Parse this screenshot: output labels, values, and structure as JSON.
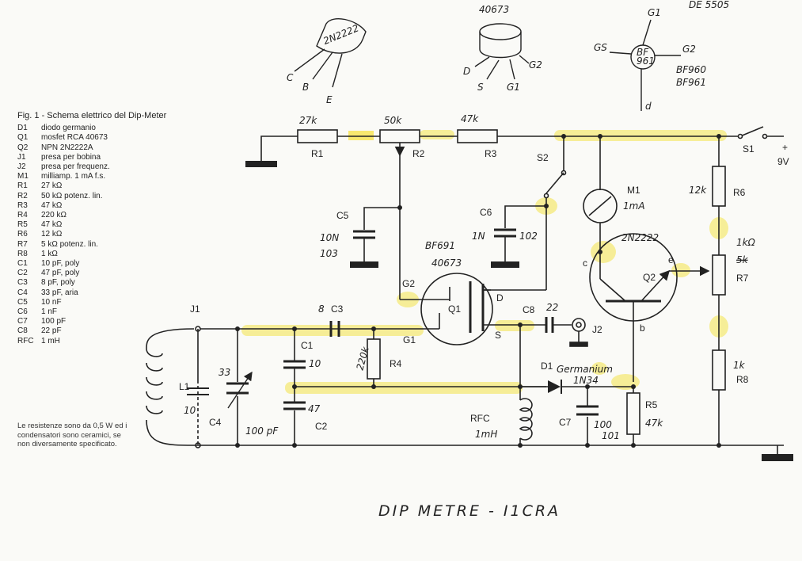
{
  "legend": {
    "title": "Fig. 1 - Schema elettrico del Dip-Meter",
    "items": [
      {
        "code": "D1",
        "desc": "diodo germanio"
      },
      {
        "code": "Q1",
        "desc": "mosfet RCA 40673"
      },
      {
        "code": "Q2",
        "desc": "NPN 2N2222A"
      },
      {
        "code": "J1",
        "desc": "presa per bobina"
      },
      {
        "code": "J2",
        "desc": "presa per frequenz."
      },
      {
        "code": "M1",
        "desc": "milliamp. 1 mA f.s."
      },
      {
        "code": "R1",
        "desc": "27 kΩ"
      },
      {
        "code": "R2",
        "desc": "50 kΩ potenz. lin."
      },
      {
        "code": "R3",
        "desc": "47 kΩ"
      },
      {
        "code": "R4",
        "desc": "220 kΩ"
      },
      {
        "code": "R5",
        "desc": "47 kΩ"
      },
      {
        "code": "R6",
        "desc": "12 kΩ"
      },
      {
        "code": "R7",
        "desc": "5 kΩ potenz. lin."
      },
      {
        "code": "R8",
        "desc": "1 kΩ"
      },
      {
        "code": "C1",
        "desc": "10 pF, poly"
      },
      {
        "code": "C2",
        "desc": "47 pF, poly"
      },
      {
        "code": "C3",
        "desc": "8 pF, poly"
      },
      {
        "code": "C4",
        "desc": "33 pF, aria"
      },
      {
        "code": "C5",
        "desc": "10 nF"
      },
      {
        "code": "C6",
        "desc": "1 nF"
      },
      {
        "code": "C7",
        "desc": "100 pF"
      },
      {
        "code": "C8",
        "desc": "22 pF"
      },
      {
        "code": "RFC",
        "desc": "1 mH"
      }
    ]
  },
  "note": "Le resistenze sono da 0,5 W ed i condensatori sono ceramici, se non diversamente specificato.",
  "footer": "DIP METRE - I1CRA",
  "highlight_color": "#f3e34a",
  "pinouts": {
    "t2n2222": {
      "name": "2N2222",
      "c": "C",
      "b": "B",
      "e": "E"
    },
    "t40673": {
      "name": "40673",
      "d": "D",
      "s": "S",
      "g1": "G1",
      "g2": "G2"
    },
    "tbf": {
      "name1": "BF",
      "name2": "961",
      "gs": "GS",
      "g1": "G1",
      "g2": "G2",
      "d": "d",
      "alt1": "BF960",
      "alt2": "BF961",
      "corner": "DE 5505"
    }
  },
  "schematic": {
    "R1": "R1",
    "R1_val": "27k",
    "R2": "R2",
    "R2_val": "50k",
    "R3": "R3",
    "R3_val": "47k",
    "S2": "S2",
    "S1": "S1",
    "plus": "+",
    "supply": "9V",
    "R6": "R6",
    "R6_val": "12k",
    "R7": "R7",
    "R7_val": "1kΩ",
    "R7_old": "5k",
    "R8": "R8",
    "R8_val": "1k",
    "R5": "R5",
    "R5_val": "47k",
    "R4": "R4",
    "R4_val": "220k",
    "M1": "M1",
    "M1_val": "1mA",
    "C5": "C5",
    "C5_val": "10N",
    "C5_code": "103",
    "C6": "C6",
    "C6_val": "1N",
    "C6_code": "102",
    "Q1": "Q1",
    "Q1_type": "BF691",
    "Q1_type2": "40673",
    "Q2": "Q2",
    "Q2_type": "2N2222",
    "Q1_G2": "G2",
    "Q1_G1": "G1",
    "Q1_D": "D",
    "Q1_S": "S",
    "Q2_c": "c",
    "Q2_e": "e",
    "Q2_b": "b",
    "C3": "C3",
    "C3_val": "8",
    "C8": "C8",
    "C8_val": "22",
    "J2": "J2",
    "J1": "J1",
    "C1": "C1",
    "C1_val": "10",
    "C2": "C2",
    "C2_val": "47",
    "C4": "C4",
    "C4_val": "33",
    "C4_val2": "100 pF",
    "L1": "L1",
    "L1_val": "10",
    "D1": "D1",
    "D1_type": "Germanium",
    "D1_part": "1N34",
    "RFC": "RFC",
    "RFC_val": "1mH",
    "C7": "C7",
    "C7_val": "100",
    "C7_code": "101"
  }
}
